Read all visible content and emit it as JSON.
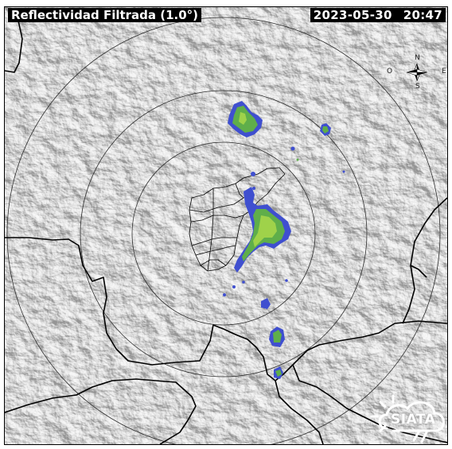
{
  "title": "Reflectividad Filtrada (1.0°)",
  "date": "2023-05-30",
  "time": "20:47",
  "compass": {
    "north": "N",
    "south": "S",
    "east": "E",
    "west": "O"
  },
  "logo_text": "SIATA",
  "colors": {
    "terrain": "#bdbdbd",
    "echo_weak": "#3f4fcf",
    "echo_medium": "#5fae4a",
    "echo_strong": "#9fd24a",
    "border": "#000000",
    "range_ring": "#333333"
  }
}
